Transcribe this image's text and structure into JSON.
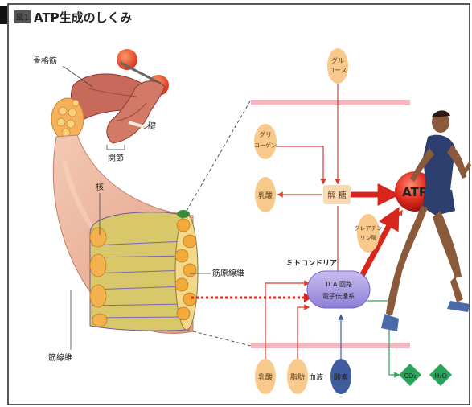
{
  "header": {
    "badge": "図1",
    "title": "ATP生成のしくみ"
  },
  "anatomy_labels": {
    "skeletal_muscle": "骨格筋",
    "tendon": "腱",
    "joint": "関節",
    "nucleus": "核",
    "myofibril": "筋原線維",
    "muscle_fiber": "筋線維"
  },
  "pathway": {
    "glucose": [
      "グル",
      "コース"
    ],
    "glycogen": [
      "グリ",
      "コーゲン"
    ],
    "lactate_top": "乳酸",
    "glycolysis": "解 糖",
    "atp": "ATP",
    "creatine_phosphate": [
      "クレアチン",
      "リン酸"
    ],
    "mitochondria": "ミトコンドリア",
    "tca_line1": "TCA 回路",
    "tca_line2": "電子伝達系",
    "lactate_bottom": "乳酸",
    "fat": "脂肪",
    "blood": "血液",
    "oxygen": "酸素",
    "co2": "CO₂",
    "h2o": "H₂O"
  },
  "colors": {
    "node_fill": "#f7c98b",
    "atp_red": "#d9261c",
    "arrow_red": "#d93a2b",
    "membrane_pink": "#f2b8bf",
    "mito_purple": "#a99be0",
    "diamond_green": "#2aa35b",
    "oxygen_blue": "#3f5c9e"
  }
}
